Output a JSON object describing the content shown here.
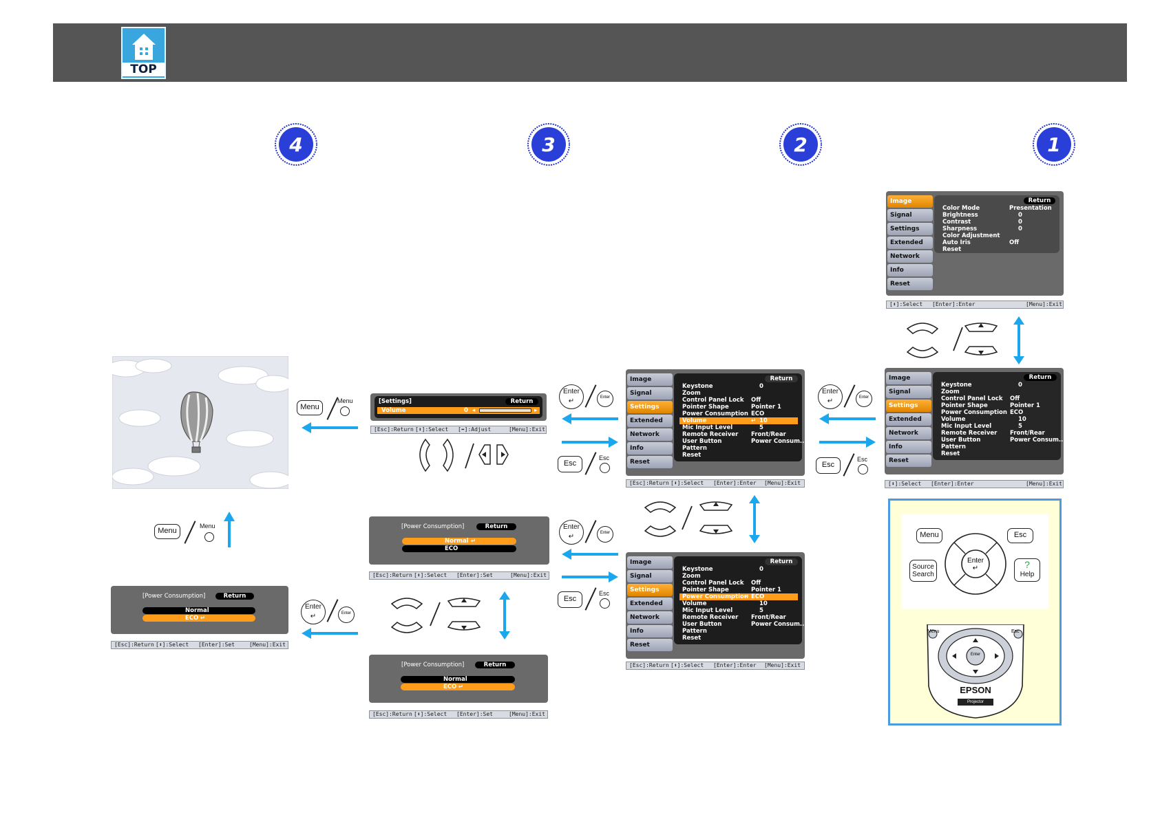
{
  "header": {
    "top_label": "TOP"
  },
  "steps": [
    "4",
    "3",
    "2",
    "1"
  ],
  "keys": {
    "menu": "Menu",
    "enter": "Enter",
    "esc": "Esc",
    "source_search_1": "Source",
    "source_search_2": "Search",
    "help": "Help",
    "help_q": "?"
  },
  "menu1": {
    "tabs": [
      "Image",
      "Signal",
      "Settings",
      "Extended",
      "Network",
      "Info",
      "Reset"
    ],
    "return": "Return",
    "rows": [
      {
        "k": "Color Mode",
        "v": "Presentation"
      },
      {
        "k": "Brightness",
        "v": "0"
      },
      {
        "k": "Contrast",
        "v": "0"
      },
      {
        "k": "Sharpness",
        "v": "0"
      },
      {
        "k": "Color Adjustment",
        "v": ""
      },
      {
        "k": "Auto Iris",
        "v": "Off"
      },
      {
        "k": "Reset",
        "v": ""
      }
    ],
    "guide": [
      "[⬍]:Select",
      "[Enter]:Enter",
      "[Menu]:Exit"
    ]
  },
  "menu_settings": {
    "tabs": [
      "Image",
      "Signal",
      "Settings",
      "Extended",
      "Network",
      "Info",
      "Reset"
    ],
    "return": "Return",
    "rows": [
      {
        "k": "Keystone",
        "v": "0"
      },
      {
        "k": "Zoom",
        "v": ""
      },
      {
        "k": "Control Panel Lock",
        "v": "Off"
      },
      {
        "k": "Pointer Shape",
        "v": "Pointer 1"
      },
      {
        "k": "Power Consumption",
        "v": "ECO"
      },
      {
        "k": "Volume",
        "v": "10"
      },
      {
        "k": "Mic Input Level",
        "v": "5"
      },
      {
        "k": "Remote Receiver",
        "v": "Front/Rear"
      },
      {
        "k": "User Button",
        "v": "Power Consum..."
      },
      {
        "k": "Pattern",
        "v": ""
      },
      {
        "k": "Reset",
        "v": ""
      }
    ],
    "guide_a": [
      "[⬍]:Select",
      "[Enter]:Enter",
      "[Menu]:Exit"
    ],
    "guide_b": [
      "[Esc]:Return",
      "[⬍]:Select",
      "[Enter]:Enter",
      "[Menu]:Exit"
    ]
  },
  "volume": {
    "title": "[Settings]",
    "return": "Return",
    "label": "Volume",
    "value": "0",
    "guide": [
      "[Esc]:Return",
      "[⬍]:Select",
      "[⬌]:Adjust",
      "[Menu]:Exit"
    ]
  },
  "power": {
    "title": "[Power Consumption]",
    "return": "Return",
    "normal": "Normal",
    "eco": "ECO",
    "guide": [
      "[Esc]:Return",
      "[⬍]:Select",
      "[Enter]:Set",
      "[Menu]:Exit"
    ]
  },
  "remote": {
    "brand": "EPSON",
    "model": "Projector",
    "menu": "Menu",
    "esc": "Esc",
    "enter": "Enter"
  },
  "colors": {
    "accent": "#ff9d1a",
    "arrow": "#1aa7ee",
    "panel_border": "#4a9be0",
    "panel_bg": "#ffffd8"
  }
}
